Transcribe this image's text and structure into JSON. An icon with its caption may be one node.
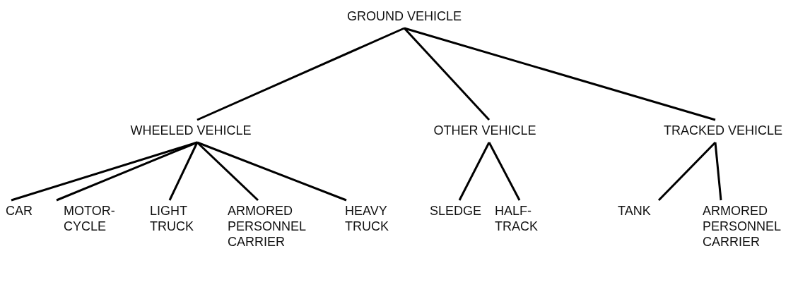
{
  "diagram": {
    "nodes": [
      {
        "text": [
          "GROUND VEHICLE"
        ]
      },
      {
        "text": [
          "WHEELED VEHICLE"
        ]
      },
      {
        "text": [
          "OTHER VEHICLE"
        ]
      },
      {
        "text": [
          "TRACKED VEHICLE"
        ]
      },
      {
        "text": [
          "CAR"
        ]
      },
      {
        "text": [
          "MOTOR- CYCLE"
        ]
      },
      {
        "text": [
          "LIGHT TRUCK"
        ]
      },
      {
        "text": [
          "ARMORED PERSONNEL CARRIER"
        ]
      },
      {
        "text": [
          "HEAVY TRUCK"
        ]
      },
      {
        "text": [
          "SLEDGE"
        ]
      },
      {
        "text": [
          "HALF- TRACK"
        ]
      },
      {
        "text": [
          "TANK"
        ]
      },
      {
        "text": [
          "ARMORED PERSONNEL CARRIER"
        ]
      }
    ],
    "edges": [
      {
        "from": 0,
        "to": 1,
        "arrow": "none"
      },
      {
        "from": 0,
        "to": 2,
        "arrow": "none"
      },
      {
        "from": 0,
        "to": 3,
        "arrow": "none"
      },
      {
        "from": 1,
        "to": 4,
        "arrow": "none"
      },
      {
        "from": 1,
        "to": 5,
        "arrow": "none"
      },
      {
        "from": 1,
        "to": 6,
        "arrow": "none"
      },
      {
        "from": 1,
        "to": 7,
        "arrow": "none"
      },
      {
        "from": 1,
        "to": 8,
        "arrow": "none"
      },
      {
        "from": 2,
        "to": 9,
        "arrow": "none"
      },
      {
        "from": 2,
        "to": 10,
        "arrow": "none"
      },
      {
        "from": 3,
        "to": 11,
        "arrow": "none"
      },
      {
        "from": 3,
        "to": 12,
        "arrow": "none"
      }
    ]
  }
}
